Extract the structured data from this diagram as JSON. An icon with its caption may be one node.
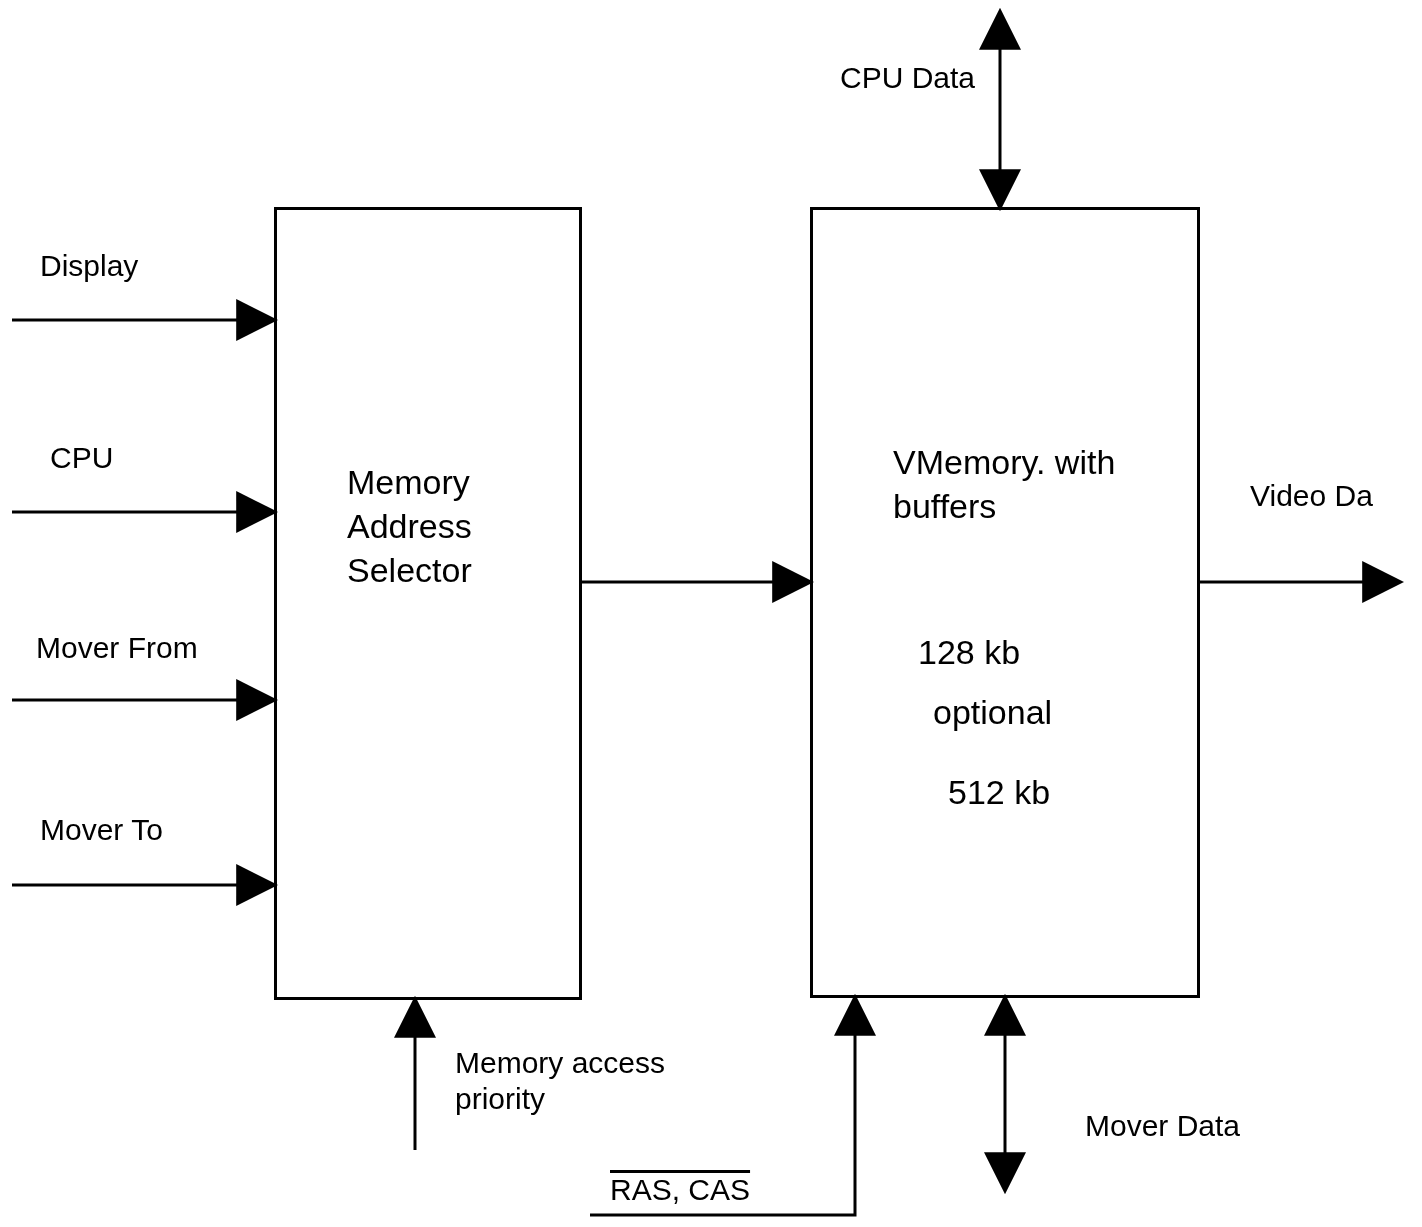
{
  "diagram": {
    "nodes": [
      {
        "text": [
          "Memory Address Selector"
        ]
      },
      {
        "text": [
          "VMemory. with buffers",
          "128 kb",
          "optional",
          "512 kb"
        ]
      }
    ],
    "edges": [
      {
        "from": null,
        "to": 0,
        "arrow": "to",
        "label": "Display"
      },
      {
        "from": null,
        "to": 0,
        "arrow": "to",
        "label": "CPU"
      },
      {
        "from": null,
        "to": 0,
        "arrow": "to",
        "label": "Mover From"
      },
      {
        "from": null,
        "to": 0,
        "arrow": "to",
        "label": "Mover To"
      },
      {
        "from": null,
        "to": 0,
        "arrow": "to",
        "label": "Memory access priority"
      },
      {
        "from": 0,
        "to": 1,
        "arrow": "to"
      },
      {
        "from": null,
        "to": 1,
        "arrow": "both",
        "label": "CPU Data"
      },
      {
        "from": 1,
        "to": null,
        "arrow": "to",
        "label": "Video Da"
      },
      {
        "from": null,
        "to": 1,
        "arrow": "both",
        "label": "Mover Data"
      },
      {
        "from": null,
        "to": 1,
        "arrow": "to",
        "label": "RAS, CAS"
      }
    ]
  }
}
